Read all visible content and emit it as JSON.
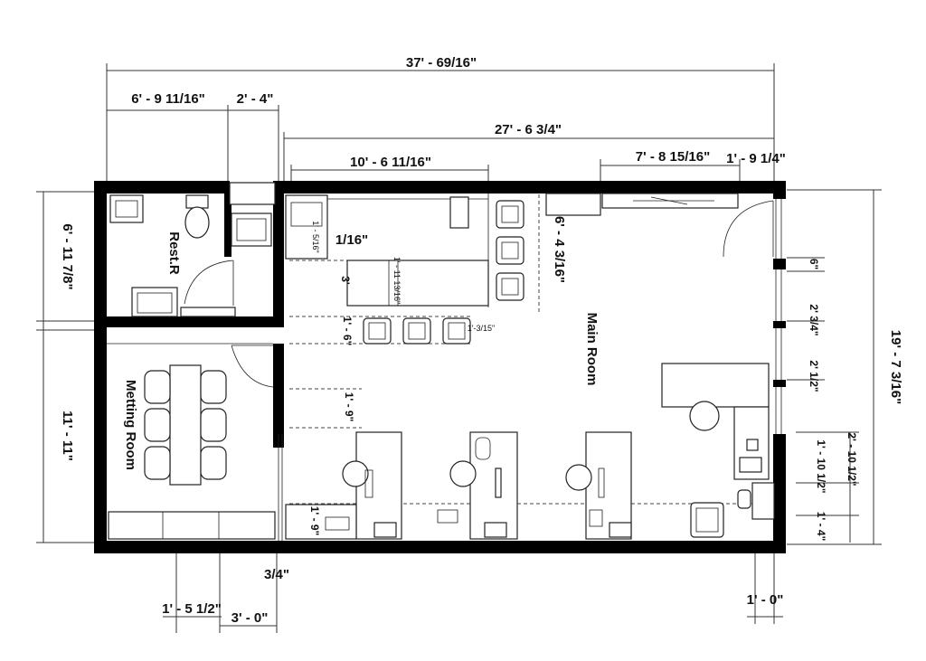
{
  "rooms": {
    "restroom": "Rest.R",
    "meeting": "Metting Room",
    "main": "Main Room"
  },
  "dimensions": {
    "overall_width": "37' - 69/16\"",
    "rest_width": "6' - 9 11/16\"",
    "corridor_width": "2' - 4\"",
    "main_width": "27' - 6 3/4\"",
    "kitchen_width": "10' - 6 11/16\"",
    "window_span": "7' - 8 15/16\"",
    "door_width": "1' - 9 1/4\"",
    "rest_height": "6' - 11 7/8\"",
    "meeting_height": "11' - 11\"",
    "overall_height": "19' - 7 3/16\"",
    "kitchen_depth": "6' - 4 3/16\"",
    "fraction_1_16": "1/16\"",
    "sink_dim": "1' - 5/16\"",
    "counter_3": "3'",
    "counter_small": "1' - 11 13/16\"",
    "row_gap": "1' - 6\"",
    "chair_gap": "1'-3/15\"",
    "aisle": "1' - 9\"",
    "front_gap": "1' - 9\"",
    "right_6": "6\"",
    "right_2_3_4": "2' 3/4\"",
    "right_2_1_2": "2' 1/2\"",
    "right_2_10_1_2": "2' - 10 1/2\"",
    "right_1_10_1_2": "1' - 10 1/2\"",
    "right_1_4": "1' - 4\"",
    "bottom_3_4": "3/4\"",
    "bottom_1_5_1_2": "1' - 5 1/2\"",
    "bottom_3_0": "3' - 0\"",
    "bottom_1_0": "1' - 0\""
  }
}
